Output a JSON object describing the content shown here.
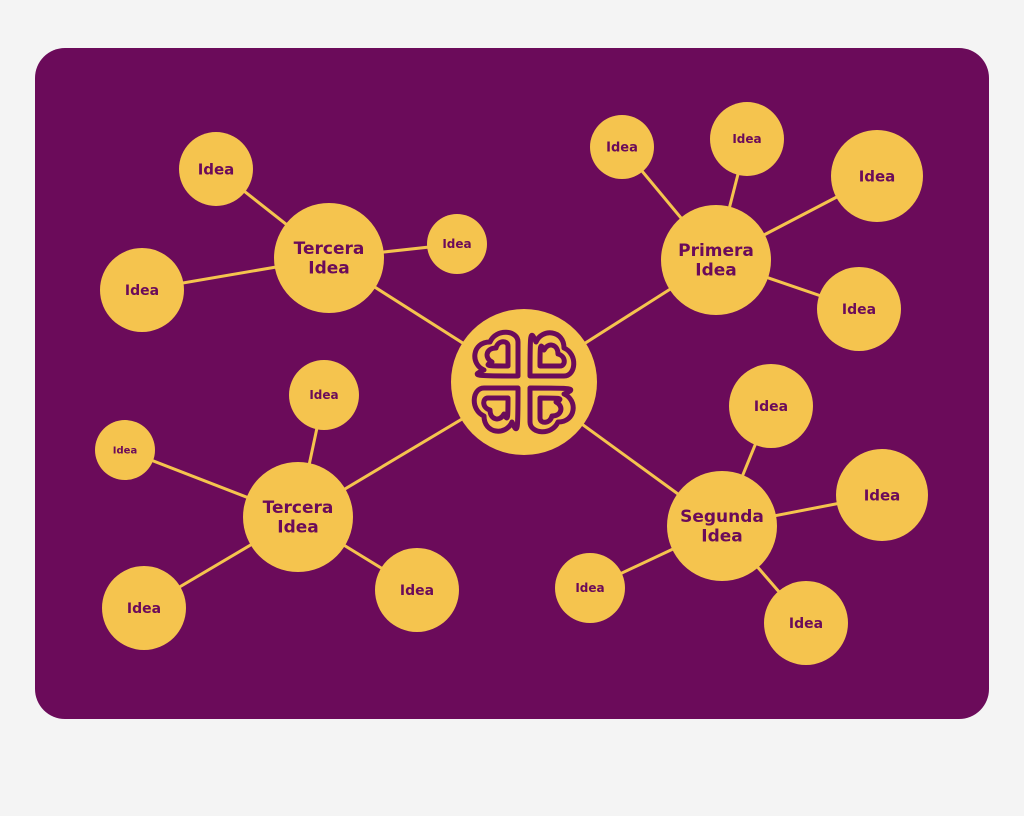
{
  "colors": {
    "page_background": "#f4f4f4",
    "board": "#6b0b5a",
    "node_fill": "#f5c44e",
    "connector": "#f5c44e",
    "text": "#6b0b5a"
  },
  "center": {
    "icon": "brain-heart-knot-icon"
  },
  "branches": [
    {
      "id": "top-left",
      "label": [
        "Tercera",
        "Idea"
      ],
      "ideas": [
        "Idea",
        "Idea",
        "Idea"
      ]
    },
    {
      "id": "top-right",
      "label": [
        "Primera",
        "Idea"
      ],
      "ideas": [
        "Idea",
        "Idea",
        "Idea",
        "Idea"
      ]
    },
    {
      "id": "bottom-left",
      "label": [
        "Tercera",
        "Idea"
      ],
      "ideas": [
        "Idea",
        "Idea",
        "Idea",
        "Idea"
      ]
    },
    {
      "id": "bottom-right",
      "label": [
        "Segunda",
        "Idea"
      ],
      "ideas": [
        "Idea",
        "Idea",
        "Idea",
        "Idea"
      ]
    }
  ]
}
